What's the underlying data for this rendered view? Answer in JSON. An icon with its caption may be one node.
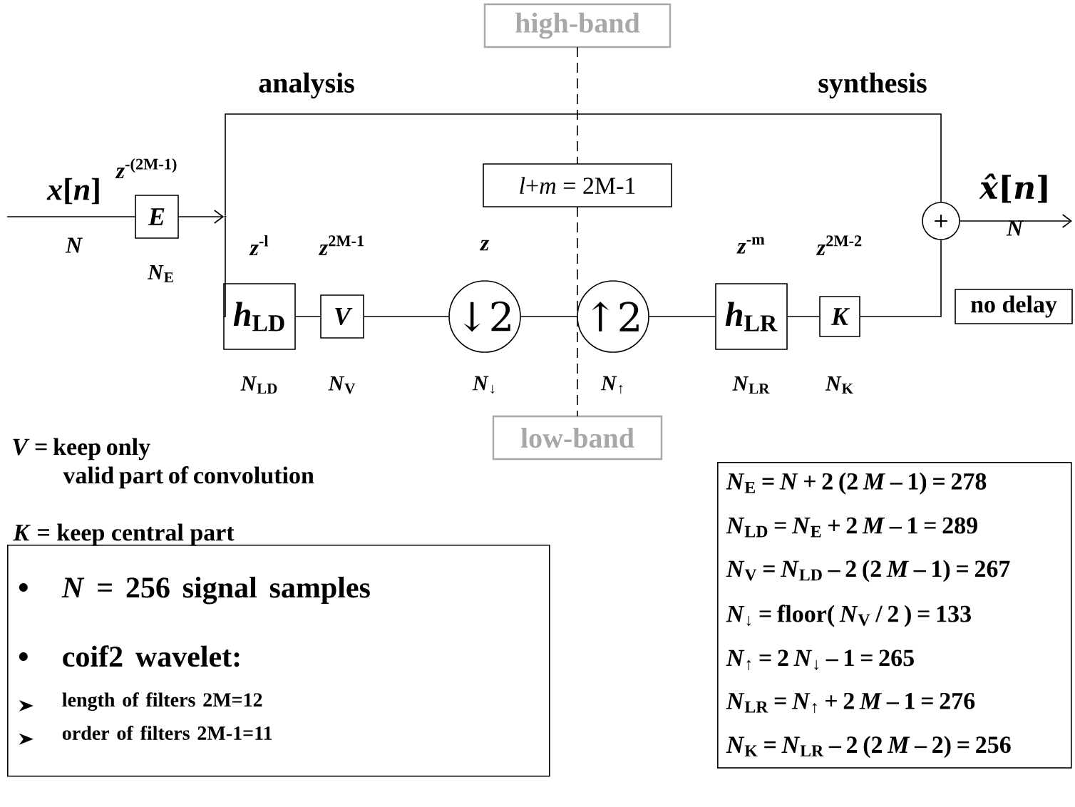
{
  "diagram": {
    "nodes": [
      {
        "text": [
          "E"
        ],
        "beside": [
          "*z*$^{-(2M-1)}$",
          "*N*$_{E}$"
        ]
      },
      {
        "text": [
          "*h*$_{LD}$"
        ],
        "beside": [
          "*z*$^{-l}$",
          "*N*$_{LD}$"
        ]
      },
      {
        "text": [
          "V"
        ],
        "beside": [
          "*z*$^{2M-1}$",
          "*N*$_{V}$"
        ]
      },
      {
        "text": [
          "↓2"
        ],
        "beside": [
          "*z*",
          "*N*$_{↓}$"
        ]
      },
      {
        "text": [
          "↑2"
        ],
        "beside": [
          "*N*$_{↑}$"
        ]
      },
      {
        "text": [
          "*h*$_{LR}$"
        ],
        "beside": [
          "*z*$^{-m}$",
          "*N*$_{LR}$"
        ]
      },
      {
        "text": [
          "K"
        ],
        "beside": [
          "*z*$^{2M-2}$",
          "*N*$_{K}$"
        ]
      },
      {
        "text": [
          "+"
        ]
      },
      {
        "text": [
          "high-band"
        ]
      },
      {
        "text": [
          "low-band"
        ]
      },
      {
        "text": [
          "*l*+*m* = 2M-1"
        ]
      },
      {
        "text": [
          "no delay"
        ]
      },
      {
        "text": [
          "*N* = 256 signal samples",
          "coif2 wavelet:",
          "length of filters 2M=12",
          "order of filters 2M-1=11"
        ]
      },
      {
        "text": [
          "*N*$_{E}$ = *N* + 2 (2 *M* – 1) = 278",
          "*N*$_{LD}$ = *N*$_{E}$ + 2 *M* – 1 = 289",
          "*N*$_{V}$ = *N*$_{LD}$ – 2 (2 *M* – 1) = 267",
          "*N*$_{↓}$ = floor( *N*$_{V}$ / 2 ) = 133",
          "*N*$_{↑}$ = 2 *N*$_{↓}$ – 1 = 265",
          "*N*$_{LR}$ = *N*$_{↑}$ + 2 *M* – 1 = 276",
          "*N*$_{K}$ = *N*$_{LR}$ – 2 (2 *M* – 2) = 256"
        ]
      },
      {
        "text": [],
        "shape": "point"
      }
    ],
    "edges": [
      {
        "from": null,
        "to": 0,
        "arrow": "none",
        "label": "*x*[*n*]"
      },
      {
        "from": 0,
        "to": 14,
        "arrow": "to"
      },
      {
        "from": 14,
        "to": 1,
        "arrow": "none"
      },
      {
        "from": 14,
        "to": 7,
        "arrow": "none"
      },
      {
        "from": 1,
        "to": 2,
        "arrow": "none"
      },
      {
        "from": 2,
        "to": 3,
        "arrow": "none"
      },
      {
        "from": 3,
        "to": 4,
        "arrow": "none"
      },
      {
        "from": 4,
        "to": 5,
        "arrow": "none"
      },
      {
        "from": 5,
        "to": 6,
        "arrow": "none"
      },
      {
        "from": 6,
        "to": 7,
        "arrow": "none"
      },
      {
        "from": 7,
        "to": null,
        "arrow": "to",
        "label": "*x̂*[*n*]"
      }
    ],
    "labels": [
      "*N*",
      "analysis",
      "synthesis",
      "*N*",
      "*V* = keep only valid part of convolution",
      "*K* = keep central part"
    ]
  }
}
